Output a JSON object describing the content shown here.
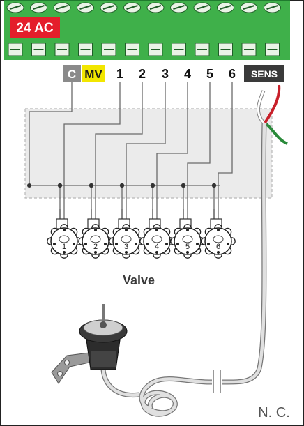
{
  "terminal_block": {
    "power_label": "24 AC",
    "colors": {
      "board_green": "#3fb04a",
      "board_dark": "#1f7a2e",
      "power_red": "#e41e2b",
      "mv_yellow": "#f2e600",
      "common_gray": "#8a8a8a",
      "sens_dark": "#3a3a3a"
    }
  },
  "terminals": {
    "common": "C",
    "master_valve": "MV",
    "stations": [
      "1",
      "2",
      "3",
      "4",
      "5",
      "6"
    ],
    "sensor": "SENS"
  },
  "valve_numbers": [
    "1",
    "2",
    "3",
    "4",
    "5",
    "6"
  ],
  "valve_caption": "Valve",
  "sensor_contact_label": "N. C.",
  "wire_colors": {
    "red": "#c8202a",
    "green": "#2a8a3a",
    "white": "#ffffff",
    "cable": "#d9d9d9"
  }
}
